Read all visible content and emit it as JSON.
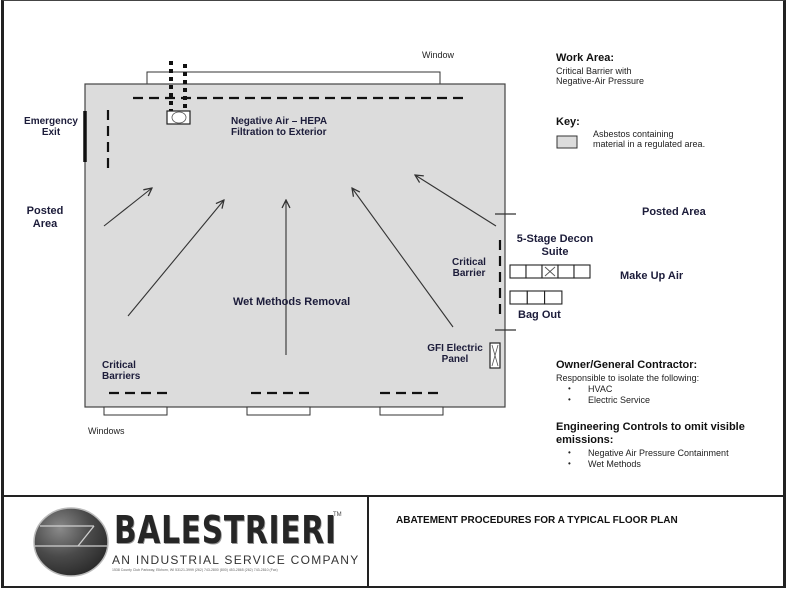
{
  "floor_plan": {
    "window_top_label": "Window",
    "windows_bottom_label": "Windows",
    "emergency_exit_label": [
      "Emergency",
      "Exit"
    ],
    "posted_area_left_label": [
      "Posted",
      "Area"
    ],
    "posted_area_right_label": "Posted Area",
    "negative_air_label": [
      "Negative Air – HEPA",
      "Filtration to Exterior"
    ],
    "wet_methods_label": "Wet Methods Removal",
    "critical_barriers_label": [
      "Critical",
      "Barriers"
    ],
    "critical_barrier_label": [
      "Critical",
      "Barrier"
    ],
    "decon_suite_label": [
      "5-Stage Decon",
      "Suite"
    ],
    "bag_out_label": "Bag Out",
    "make_up_air_label": "Make Up Air",
    "gfi_panel_label": [
      "GFI Electric",
      "Panel"
    ],
    "decon_stage_count": 5,
    "bag_out_stage_count": 3
  },
  "legend": {
    "work_area_title": "Work Area:",
    "work_area_desc": [
      "Critical Barrier with",
      "Negative-Air Pressure"
    ],
    "key_title": "Key:",
    "key_swatch_color": "#dcdcdc",
    "key_desc": [
      "Asbestos containing",
      "material in a regulated area."
    ]
  },
  "notes": {
    "owner_title": "Owner/General Contractor:",
    "owner_desc": "Responsible to isolate the following:",
    "owner_items": [
      "HVAC",
      "Electric Service"
    ],
    "engineering_title": [
      "Engineering Controls to omit visible",
      "emissions:"
    ],
    "engineering_items": [
      "Negative Air Pressure Containment",
      "Wet Methods"
    ]
  },
  "title_block": {
    "drawing_title": "ABATEMENT PROCEDURES FOR A TYPICAL FLOOR PLAN",
    "company_name": "BALESTRIERI",
    "trademark": "TM",
    "tagline": "AN INDUSTRIAL SERVICE COMPANY",
    "address_line": "1538 County Club Parkway, Elkhorn, WI 53121-3999 (262) 743-2800 (800) 453-2865 (262) 743-2810 (Fax)"
  },
  "colors": {
    "regulated_area_fill": "#dcdcdc",
    "line": "#333333",
    "label_text": "#1c1c3a"
  }
}
